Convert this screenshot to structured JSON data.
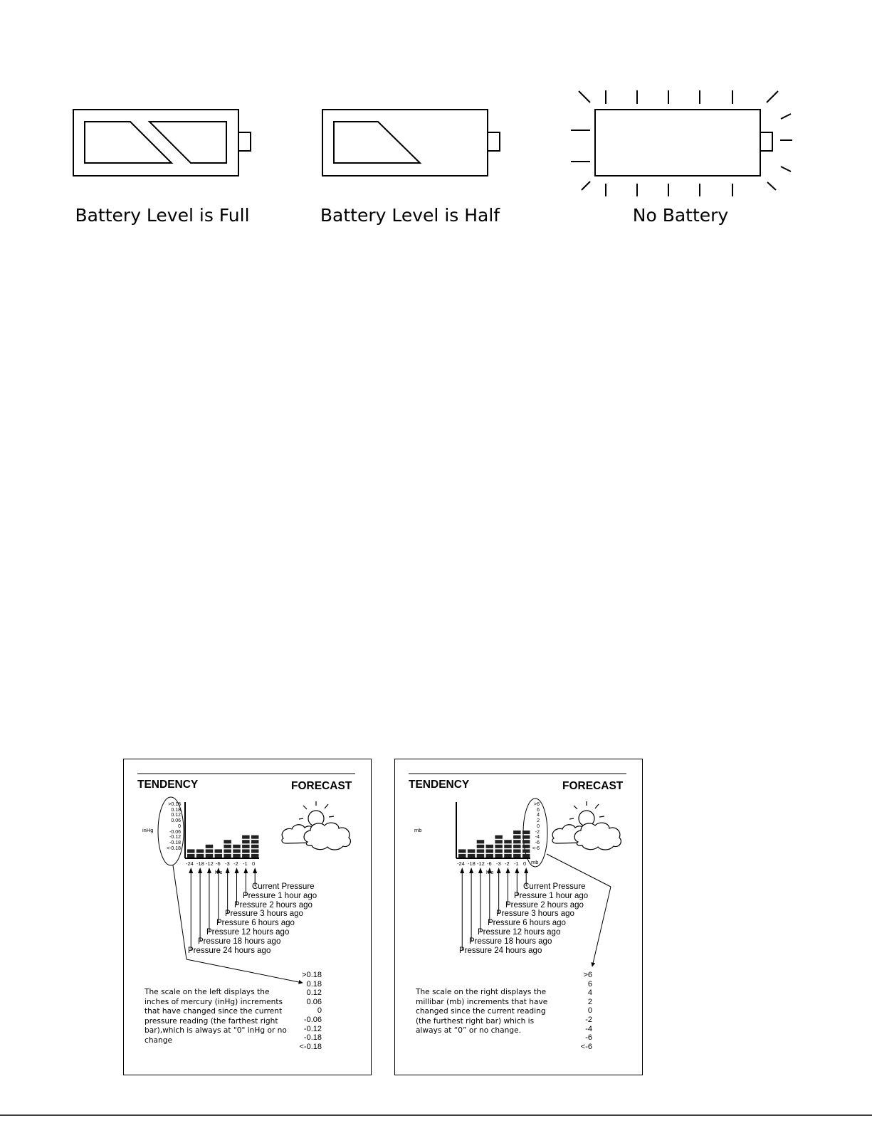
{
  "battery": {
    "full_label": "Battery Level is Full",
    "half_label": "Battery Level is Half",
    "none_label": "No Battery"
  },
  "panels": [
    {
      "tendency": "TENDENCY",
      "forecast": "FORECAST",
      "unit": "inHg",
      "mini_scale": [
        ">0.18",
        "0.18",
        "0.12",
        "0.06",
        "0",
        "-0.06",
        "-0.12",
        "-0.18",
        "<-0.18"
      ],
      "ticks": [
        "-24",
        "-18",
        "-12",
        "-6",
        "-3",
        "-2",
        "-1",
        "0"
      ],
      "hrs": "hrs",
      "bar_levels": [
        2,
        2,
        3,
        2,
        4,
        3,
        5,
        5
      ],
      "labels": [
        "Current Pressure",
        "Pressure 1 hour ago",
        "Pressure 2 hours ago",
        "Pressure 3 hours ago",
        "Pressure 6 hours ago",
        "Pressure 12 hours ago",
        "Pressure 18 hours ago",
        "Pressure 24 hours ago"
      ],
      "big_scale": [
        ">0.18",
        "0.18",
        "0.12",
        "0.06",
        "0",
        "-0.06",
        "-0.12",
        "-0.18",
        "<-0.18"
      ],
      "description": "The scale on the left displays the inches of mercury (inHg) increments that have changed since the current pressure reading (the farthest right bar),which is always at \"0\" inHg or no change"
    },
    {
      "tendency": "TENDENCY",
      "forecast": "FORECAST",
      "unit": "mb",
      "mini_scale": [
        ">6",
        "6",
        "4",
        "2",
        "0",
        "-2",
        "-4",
        "-6",
        "<-6"
      ],
      "mini_unit": "mb",
      "ticks": [
        "-24",
        "-18",
        "-12",
        "-6",
        "-3",
        "-2",
        "-1",
        "0"
      ],
      "hrs": "hrs",
      "bar_levels": [
        2,
        2,
        4,
        3,
        5,
        4,
        6,
        6
      ],
      "labels": [
        "Current Pressure",
        "Pressure 1 hour ago",
        "Pressure 2 hours ago",
        "Pressure 3 hours ago",
        "Pressure 6 hours ago",
        "Pressure 12 hours ago",
        "Pressure 18 hours ago",
        "Pressure 24 hours ago"
      ],
      "big_scale": [
        ">6",
        "6",
        "4",
        "2",
        "0",
        "-2",
        "-4",
        "-6",
        "<-6"
      ],
      "description": "The scale on the right displays the millibar (mb) increments that have changed since the current reading (the furthest right bar) which is always at “0” or no change."
    }
  ]
}
